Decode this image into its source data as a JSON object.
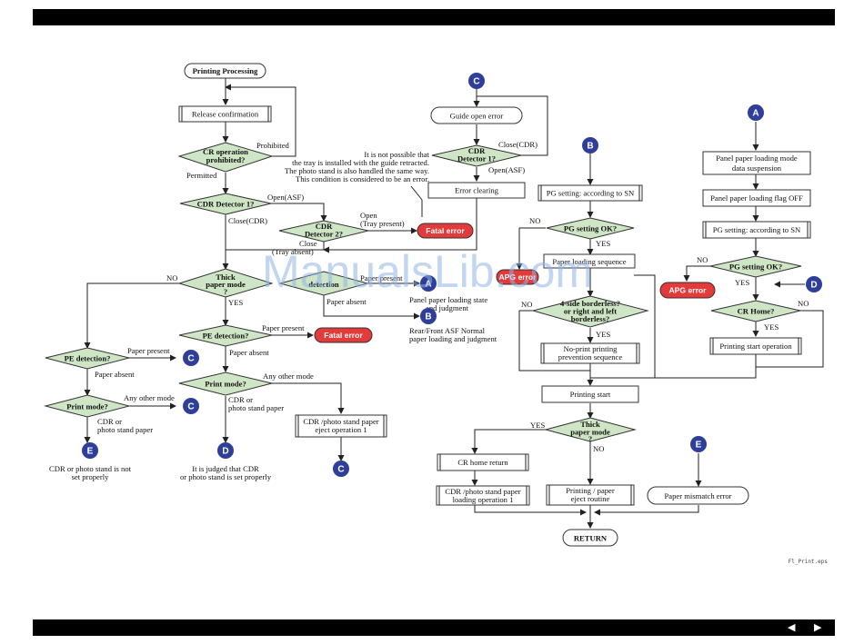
{
  "start": "Printing Processing",
  "release": "Release confirmation",
  "cr_op": [
    "CR operation",
    "prohibited?"
  ],
  "prohibited": "Prohibited",
  "permitted": "Permitted",
  "note": [
    "It is not possible that",
    "the tray is installed with the guide retracted.",
    "The photo stand is also handled the same way.",
    "This condition is considered to be an error."
  ],
  "cdr1": "CDR Detector 1?",
  "open_asf": "Open(ASF)",
  "close_cdr": "Close(CDR)",
  "cdr2": [
    "CDR",
    "Detector 2?"
  ],
  "open_tray": [
    "Open",
    "(Tray present)"
  ],
  "close_tray": [
    "Close",
    "(Tray absent)"
  ],
  "fatal": "Fatal error",
  "thick": [
    "Thick",
    "paper mode",
    "?"
  ],
  "no": "NO",
  "yes": "YES",
  "detection_mid": "detection",
  "paper_present": "Paper present",
  "paper_absent": "Paper absent",
  "panel_judgment": [
    "Panel paper loading state",
    "and judgment"
  ],
  "rear_front": [
    "Rear/Front ASF Normal",
    "paper loading and judgment"
  ],
  "pe_detect": "PE detection?",
  "pe_detect_left": "PE detection?",
  "print_mode": "Print mode?",
  "print_mode_left": "Print mode?",
  "any_other": "Any other mode",
  "cdr_or": [
    "CDR or",
    "photo stand paper"
  ],
  "cdr_eject": [
    "CDR /photo stand paper",
    "eject operation 1"
  ],
  "cdr_not_set": [
    "CDR or photo stand is not",
    "set properly"
  ],
  "judged_set": [
    "It is judged that CDR",
    "or photo stand is set properly"
  ],
  "guide_open": "Guide open error",
  "cdr1_b": [
    "CDR",
    "Detector 1?"
  ],
  "close_cdr_b": "Close(CDR)",
  "open_asf_b": "Open(ASF)",
  "error_clearing": "Error clearing",
  "pg_setting": "PG setting: according to SN",
  "pg_ok": "PG setting OK?",
  "apg_error": "APG error",
  "apg_partial": "APG error",
  "paper_seq": "Paper loading sequence",
  "four_side": [
    "4-side borderless?",
    "or right and left",
    "borderless?"
  ],
  "no_print": [
    "No-print printing",
    "prevention sequence"
  ],
  "printing_start": "Printing start",
  "cr_home_return": "CR home return",
  "cdr_load": [
    "CDR /photo stand paper",
    "loading operation 1"
  ],
  "printing_eject": [
    "Printing / paper",
    "eject routine"
  ],
  "paper_mismatch": "Paper mismatch error",
  "return": "RETURN",
  "panel_mode": [
    "Panel paper loading mode",
    "data suspension"
  ],
  "panel_flag": "Panel paper loading flag OFF",
  "cr_home": "CR Home?",
  "print_start_op": "Printing start operation",
  "connectors": {
    "a": "A",
    "b": "B",
    "c": "C",
    "d": "D",
    "e": "E"
  },
  "file_tag": "Fl_Print.eps",
  "watermark": "ManualsLib.com",
  "nav": {
    "prev": "◀",
    "next": "▶"
  },
  "colors": {
    "decision": "#cfe6c6",
    "error": "#e33a3a",
    "connector": "#2f3f99"
  }
}
